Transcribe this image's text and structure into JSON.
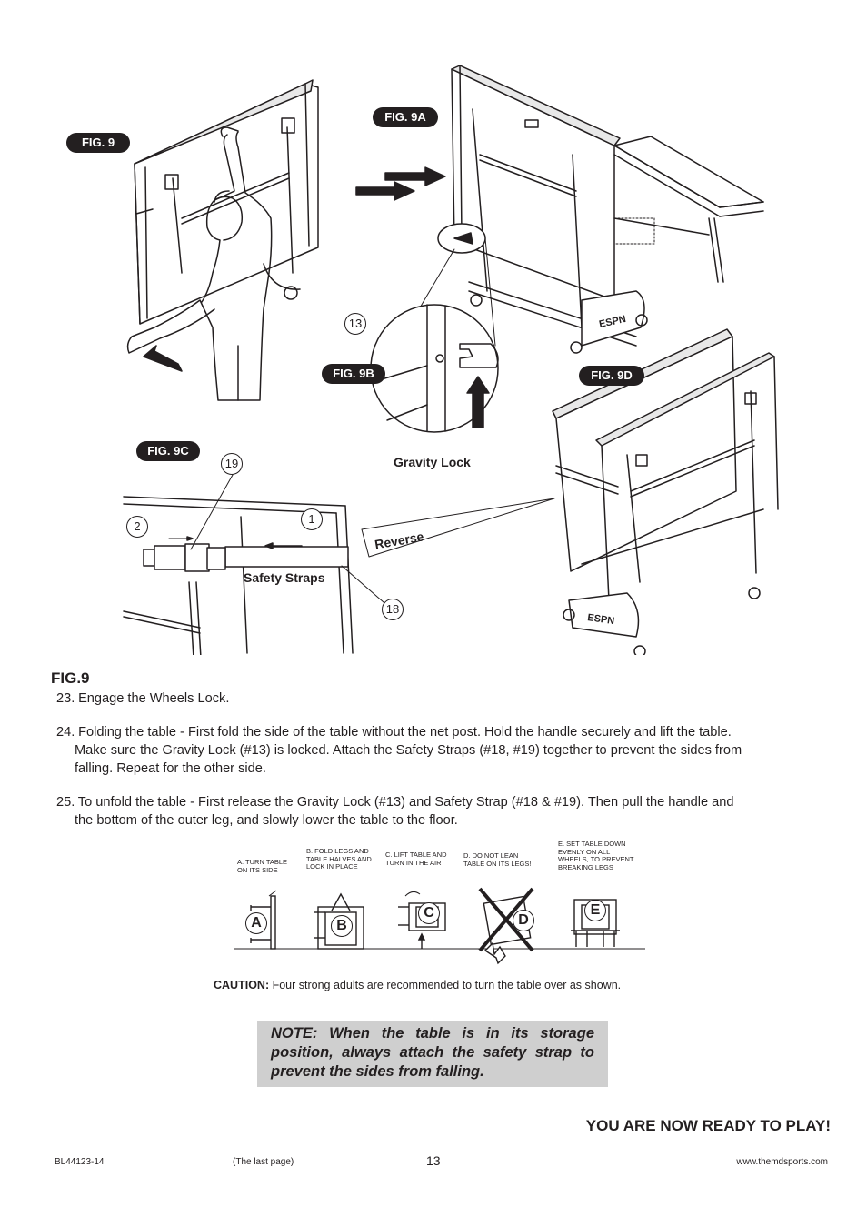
{
  "figures": {
    "fig9": "FIG. 9",
    "fig9a": "FIG. 9A",
    "fig9b": "FIG. 9B",
    "fig9c": "FIG. 9C",
    "fig9d": "FIG. 9D",
    "callout_13": "13",
    "callout_19": "19",
    "callout_2": "2",
    "callout_1": "1",
    "callout_18": "18",
    "gravity_lock": "Gravity Lock",
    "safety_straps": "Safety Straps",
    "reverse": "Reverse",
    "brand": "ESPN"
  },
  "heading": "FIG.9",
  "steps": [
    {
      "num": "23.",
      "text": "Engage the Wheels Lock."
    },
    {
      "num": "24.",
      "line1": "Folding the table - First fold the side of the table without the net post. Hold the handle securely and lift the table.",
      "line2": "Make sure the Gravity Lock (#13) is locked. Attach the Safety Straps (#18, #19) together to prevent the sides from",
      "line3": "falling. Repeat for the other side."
    },
    {
      "num": "25.",
      "line1": "To unfold the table - First release the Gravity Lock (#13) and Safety Strap (#18 & #19). Then pull the handle and",
      "line2": "the bottom of the outer leg, and slowly lower the table to the floor."
    }
  ],
  "steps_diagram": {
    "a": {
      "letter": "A",
      "l1": "A. TURN TABLE",
      "l2": "ON ITS SIDE"
    },
    "b": {
      "letter": "B",
      "l1": "B. FOLD LEGS AND",
      "l2": "TABLE HALVES AND",
      "l3": "LOCK IN PLACE"
    },
    "c": {
      "letter": "C",
      "l1": "C. LIFT TABLE AND",
      "l2": "TURN IN THE AIR"
    },
    "d": {
      "letter": "D",
      "l1": "D. DO NOT LEAN",
      "l2": "TABLE ON ITS LEGS!"
    },
    "e": {
      "letter": "E",
      "l1": "E. SET TABLE DOWN",
      "l2": "EVENLY ON ALL",
      "l3": "WHEELS, TO PREVENT",
      "l4": "BREAKING LEGS"
    }
  },
  "caution": {
    "label": "CAUTION:",
    "text": " Four strong adults are recommended to turn the table over as shown."
  },
  "note": "NOTE: When the table is in its storage position, always attach the safety strap to prevent the sides from falling.",
  "ready": "YOU ARE NOW READY TO PLAY!",
  "footer": {
    "code": "BL44123-14",
    "last": "(The last page)",
    "page": "13",
    "url": "www.themdsports.com"
  }
}
